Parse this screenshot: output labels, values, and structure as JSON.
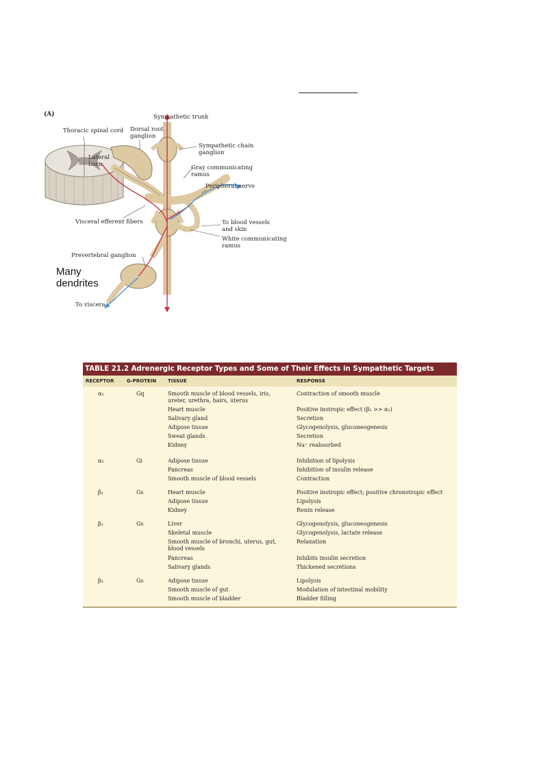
{
  "figure": {
    "panel": "(A)",
    "labels": {
      "sympathetic_trunk": "Sympathetic trunk",
      "thoracic_spinal_cord": "Thoracic spinal cord",
      "dorsal_root_ganglion": "Dorsal root\nganglion",
      "sympathetic_chain_ganglion": "Sympathetic chain\nganglion",
      "lateral_horn": "Lateral\nhorn",
      "gray_communicating_ramus": "Gray communicating\nramus",
      "peripheral_nerve": "Peripheral nerve",
      "visceral_efferent_fibers": "Visceral efferent fibers",
      "to_blood_vessels": "To blood vessels\nand skin",
      "white_communicating_ramus": "White communicating\nramus",
      "prevertebral_ganglion": "Prevertebral ganglion",
      "many_dendrites": "Many\ndendrites",
      "to_viscera": "To viscera"
    }
  },
  "table": {
    "title": "TABLE 21.2 Adrenergic Receptor Types and Some of Their Effects in Sympathetic Targets",
    "headers": {
      "receptor": "RECEPTOR",
      "gprotein": "G-PROTEIN",
      "tissue": "TISSUE",
      "response": "RESPONSE"
    },
    "groups": [
      {
        "receptor": "α₁",
        "gprotein": "Gq",
        "rows": [
          {
            "tissue": "Smooth muscle of  blood vessels, iris,\n   ureter, urethra, hairs, uterus",
            "response": "Contraction of smooth muscle"
          },
          {
            "tissue": "Heart muscle",
            "response": "Positive inotropic effect (β₁ >> α₁)"
          },
          {
            "tissue": "Salivary gland",
            "response": "Secretion"
          },
          {
            "tissue": "Adipose tissue",
            "response": "Glycogenolysis, gluconeogenesis"
          },
          {
            "tissue": "Sweat glands",
            "response": "Secretion"
          },
          {
            "tissue": "Kidney",
            "response": "Na⁺ reabsorbed"
          }
        ]
      },
      {
        "receptor": "α₂",
        "gprotein": "Gi",
        "rows": [
          {
            "tissue": "Adipose tissue",
            "response": "Inhibition of lipolysis"
          },
          {
            "tissue": "Pancreas",
            "response": "Inhibition of insulin release"
          },
          {
            "tissue": "Smooth muscle of blood vessels",
            "response": "Contraction"
          }
        ]
      },
      {
        "receptor": "β₁",
        "gprotein": "Gs",
        "rows": [
          {
            "tissue": "Heart muscle",
            "response": "Positive inotropic effect; positive chronotropic effect"
          },
          {
            "tissue": "Adipose tissue",
            "response": "Lipolysis"
          },
          {
            "tissue": "Kidney",
            "response": "Renin release"
          }
        ]
      },
      {
        "receptor": "β₂",
        "gprotein": "Gs",
        "rows": [
          {
            "tissue": "Liver",
            "response": "Glycogenolysis, gluconeogenesis"
          },
          {
            "tissue": "Skeletal muscle",
            "response": "Glycogenolysis, lactate release"
          },
          {
            "tissue": "Smooth muscle of bronchi, uterus, gut,\n   blood vessels",
            "response": "Relaxation"
          },
          {
            "tissue": "Pancreas",
            "response": "Inhibits insulin secretion"
          },
          {
            "tissue": "Salivary glands",
            "response": "Thickened secretions"
          }
        ]
      },
      {
        "receptor": "β₃",
        "gprotein": "Gs",
        "rows": [
          {
            "tissue": "Adipose tissue",
            "response": "Lipolysis"
          },
          {
            "tissue": "Smooth muscle of gut",
            "response": "Modulation of intestinal mobility"
          },
          {
            "tissue": "Smooth muscle of bladder",
            "response": "Bladder filling"
          }
        ]
      }
    ]
  }
}
